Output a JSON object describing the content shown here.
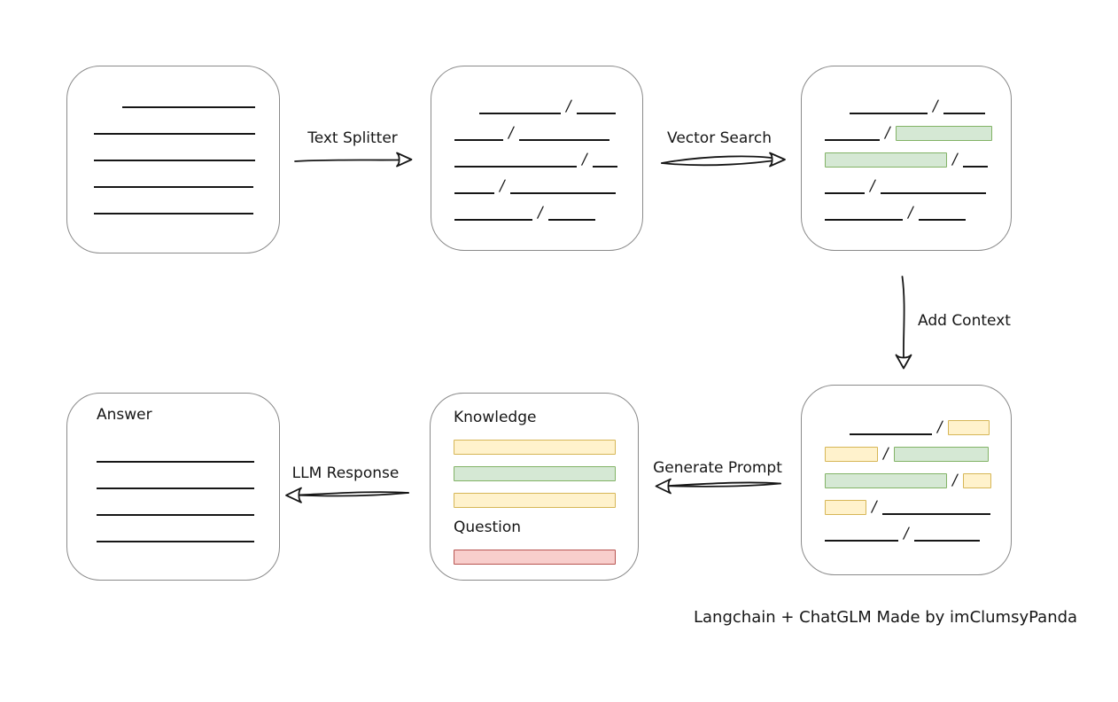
{
  "colors": {
    "ink": "#161616",
    "box_border": "#8a8a8a",
    "green_fill": "#d5e8d4",
    "green_stroke": "#82b366",
    "yellow_fill": "#fff2cc",
    "yellow_stroke": "#d6b656",
    "red_fill": "#f8cecc",
    "red_stroke": "#b85450"
  },
  "slash_char": "/",
  "arrow_labels": {
    "text_splitter": "Text Splitter",
    "vector_search": "Vector Search",
    "add_context": "Add Context",
    "generate_prompt": "Generate Prompt",
    "llm_response": "LLM Response"
  },
  "prompt_node": {
    "knowledge_label": "Knowledge",
    "question_label": "Question"
  },
  "answer_node": {
    "label": "Answer"
  },
  "caption": "Langchain + ChatGLM Made by imClumsyPanda",
  "nodes": {
    "document": [
      [
        {
          "t": "gap",
          "w": 32
        },
        {
          "t": "line",
          "w": 150
        }
      ],
      [
        {
          "t": "line",
          "w": 182
        }
      ],
      [
        {
          "t": "line",
          "w": 182
        }
      ],
      [
        {
          "t": "line",
          "w": 180
        }
      ],
      [
        {
          "t": "line",
          "w": 180
        }
      ]
    ],
    "chunks": [
      [
        {
          "t": "gap",
          "w": 28
        },
        {
          "t": "line",
          "w": 92
        },
        {
          "t": "slash"
        },
        {
          "t": "line",
          "w": 44
        }
      ],
      [
        {
          "t": "line",
          "w": 55
        },
        {
          "t": "slash"
        },
        {
          "t": "line",
          "w": 102
        }
      ],
      [
        {
          "t": "line",
          "w": 138
        },
        {
          "t": "slash"
        },
        {
          "t": "line",
          "w": 28
        }
      ],
      [
        {
          "t": "line",
          "w": 45
        },
        {
          "t": "slash"
        },
        {
          "t": "line",
          "w": 119
        }
      ],
      [
        {
          "t": "line",
          "w": 88
        },
        {
          "t": "slash"
        },
        {
          "t": "line",
          "w": 53
        }
      ]
    ],
    "vector_matches": [
      [
        {
          "t": "gap",
          "w": 28
        },
        {
          "t": "line",
          "w": 88
        },
        {
          "t": "slash"
        },
        {
          "t": "line",
          "w": 47
        }
      ],
      [
        {
          "t": "line",
          "w": 62
        },
        {
          "t": "slash"
        },
        {
          "t": "green",
          "w": 109
        }
      ],
      [
        {
          "t": "green",
          "w": 138
        },
        {
          "t": "slash"
        },
        {
          "t": "line",
          "w": 28
        }
      ],
      [
        {
          "t": "line",
          "w": 45
        },
        {
          "t": "slash"
        },
        {
          "t": "line",
          "w": 119
        }
      ],
      [
        {
          "t": "line",
          "w": 88
        },
        {
          "t": "slash"
        },
        {
          "t": "line",
          "w": 53
        }
      ]
    ],
    "context": [
      [
        {
          "t": "gap",
          "w": 28
        },
        {
          "t": "line",
          "w": 93
        },
        {
          "t": "slash"
        },
        {
          "t": "yellow",
          "w": 47
        }
      ],
      [
        {
          "t": "yellow",
          "w": 60
        },
        {
          "t": "slash"
        },
        {
          "t": "green",
          "w": 107
        }
      ],
      [
        {
          "t": "green",
          "w": 138
        },
        {
          "t": "slash"
        },
        {
          "t": "yellow",
          "w": 32
        }
      ],
      [
        {
          "t": "yellow",
          "w": 47
        },
        {
          "t": "slash"
        },
        {
          "t": "line",
          "w": 122
        }
      ],
      [
        {
          "t": "line",
          "w": 83
        },
        {
          "t": "slash"
        },
        {
          "t": "line",
          "w": 74
        }
      ]
    ],
    "prompt_knowledge": [
      [
        {
          "t": "yellow",
          "w": 183
        }
      ],
      [
        {
          "t": "green",
          "w": 183
        }
      ],
      [
        {
          "t": "yellow",
          "w": 183
        }
      ]
    ],
    "prompt_question": [
      [
        {
          "t": "red",
          "w": 183
        }
      ]
    ],
    "answer": [
      [
        {
          "t": "line",
          "w": 178
        }
      ],
      [
        {
          "t": "line",
          "w": 178
        }
      ],
      [
        {
          "t": "line",
          "w": 178
        }
      ],
      [
        {
          "t": "line",
          "w": 178
        }
      ]
    ]
  }
}
